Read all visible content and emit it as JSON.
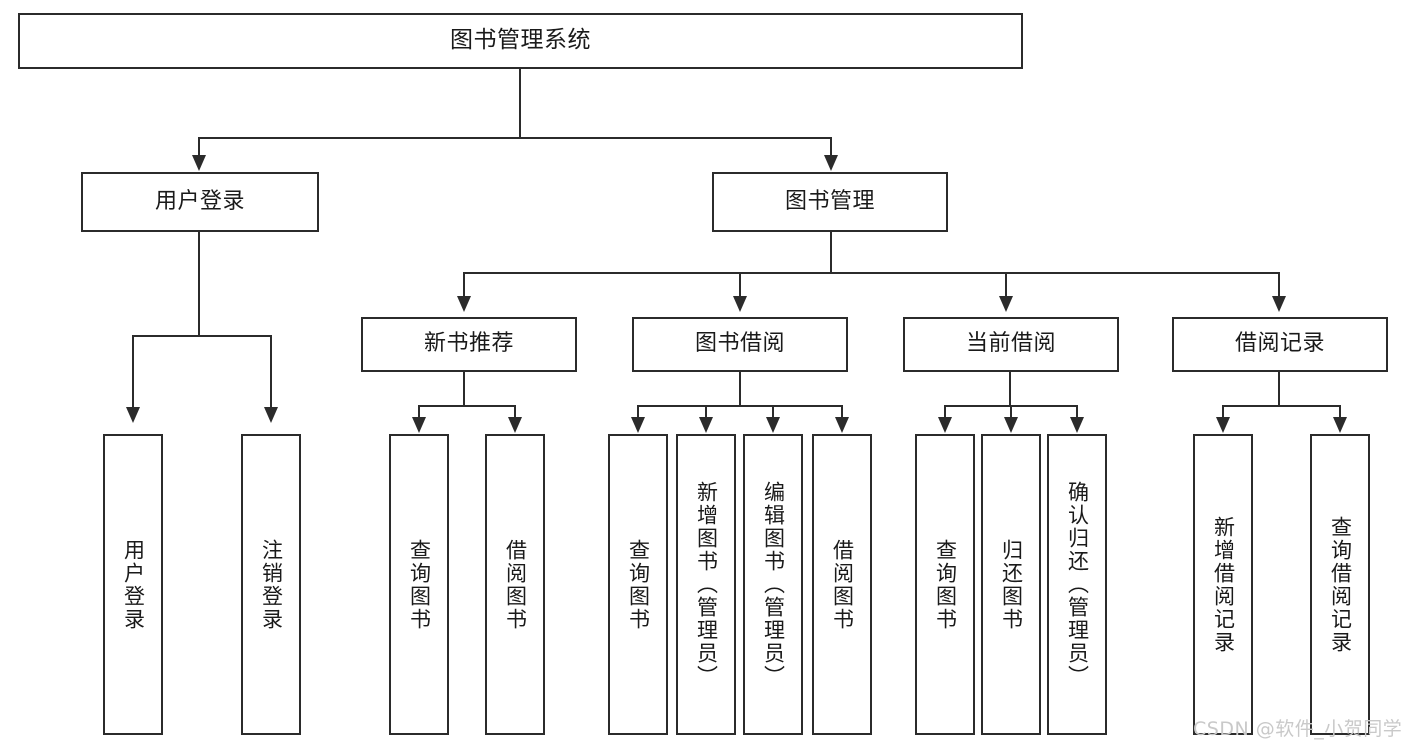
{
  "diagram": {
    "type": "hierarchy-tree",
    "title": "图书管理系统",
    "watermark": "CSDN @软件_小贺同学",
    "colors": {
      "border": "#2b2b2b",
      "background": "#ffffff",
      "text": "#1a1a1a",
      "watermark": "#c9c9c9"
    },
    "levels": {
      "root": "图书管理系统",
      "level2": [
        "用户登录",
        "图书管理"
      ],
      "level3": [
        "新书推荐",
        "图书借阅",
        "当前借阅",
        "借阅记录"
      ]
    },
    "nodes": {
      "root": {
        "label": "图书管理系统"
      },
      "user_login": {
        "label": "用户登录"
      },
      "book_manage": {
        "label": "图书管理"
      },
      "new_book_rec": {
        "label": "新书推荐"
      },
      "book_borrow": {
        "label": "图书借阅"
      },
      "current_borrow": {
        "label": "当前借阅"
      },
      "borrow_record": {
        "label": "借阅记录"
      },
      "leaf_user_login": {
        "label": "用户登录"
      },
      "leaf_logout": {
        "label": "注销登录"
      },
      "leaf_query_book_1": {
        "label": "查询图书"
      },
      "leaf_borrow_book_1": {
        "label": "借阅图书"
      },
      "leaf_query_book_2": {
        "label": "查询图书"
      },
      "leaf_add_book_admin": {
        "label": "新增图书（管理员）"
      },
      "leaf_edit_book_admin": {
        "label": "编辑图书（管理员）"
      },
      "leaf_borrow_book_2": {
        "label": "借阅图书"
      },
      "leaf_query_book_3": {
        "label": "查询图书"
      },
      "leaf_return_book": {
        "label": "归还图书"
      },
      "leaf_confirm_return_admin": {
        "label": "确认归还（管理员）"
      },
      "leaf_add_borrow_record": {
        "label": "新增借阅记录"
      },
      "leaf_query_borrow_record": {
        "label": "查询借阅记录"
      }
    },
    "edges": [
      {
        "from": "root",
        "to": "user_login"
      },
      {
        "from": "root",
        "to": "book_manage"
      },
      {
        "from": "user_login",
        "to": "leaf_user_login"
      },
      {
        "from": "user_login",
        "to": "leaf_logout"
      },
      {
        "from": "book_manage",
        "to": "new_book_rec"
      },
      {
        "from": "book_manage",
        "to": "book_borrow"
      },
      {
        "from": "book_manage",
        "to": "current_borrow"
      },
      {
        "from": "book_manage",
        "to": "borrow_record"
      },
      {
        "from": "new_book_rec",
        "to": "leaf_query_book_1"
      },
      {
        "from": "new_book_rec",
        "to": "leaf_borrow_book_1"
      },
      {
        "from": "book_borrow",
        "to": "leaf_query_book_2"
      },
      {
        "from": "book_borrow",
        "to": "leaf_add_book_admin"
      },
      {
        "from": "book_borrow",
        "to": "leaf_edit_book_admin"
      },
      {
        "from": "book_borrow",
        "to": "leaf_borrow_book_2"
      },
      {
        "from": "current_borrow",
        "to": "leaf_query_book_3"
      },
      {
        "from": "current_borrow",
        "to": "leaf_return_book"
      },
      {
        "from": "current_borrow",
        "to": "leaf_confirm_return_admin"
      },
      {
        "from": "borrow_record",
        "to": "leaf_add_borrow_record"
      },
      {
        "from": "borrow_record",
        "to": "leaf_query_borrow_record"
      }
    ]
  }
}
